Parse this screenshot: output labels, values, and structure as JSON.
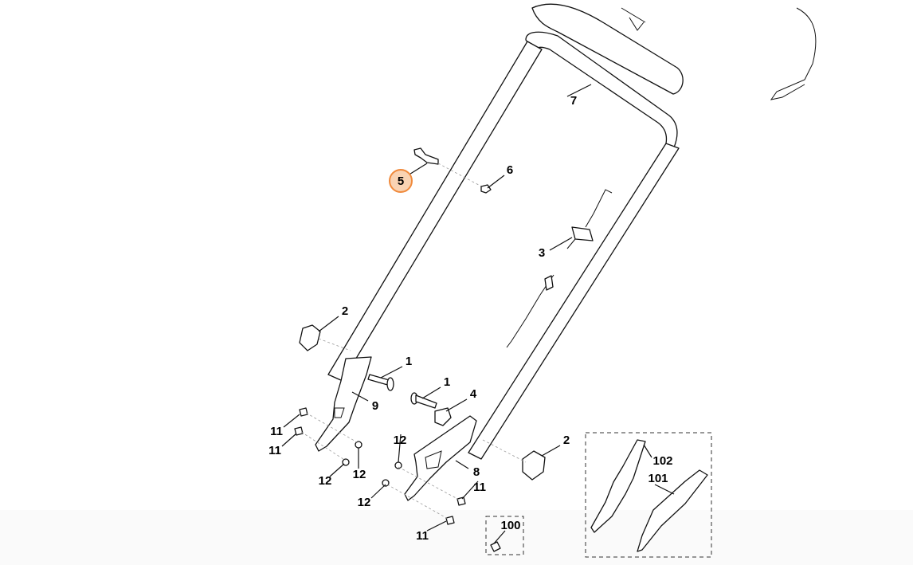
{
  "diagram": {
    "callouts": {
      "c7": "7",
      "c5": "5",
      "c6": "6",
      "c3": "3",
      "c2a": "2",
      "c2b": "2",
      "c1a": "1",
      "c1b": "1",
      "c4": "4",
      "c9": "9",
      "c8": "8",
      "c11a": "11",
      "c11b": "11",
      "c11c": "11",
      "c11d": "11",
      "c12a": "12",
      "c12b": "12",
      "c12c": "12",
      "c12d": "12",
      "c100": "100",
      "c101": "101",
      "c102": "102"
    },
    "highlighted_callout": "5",
    "highlight_color": "#f08a3c"
  }
}
